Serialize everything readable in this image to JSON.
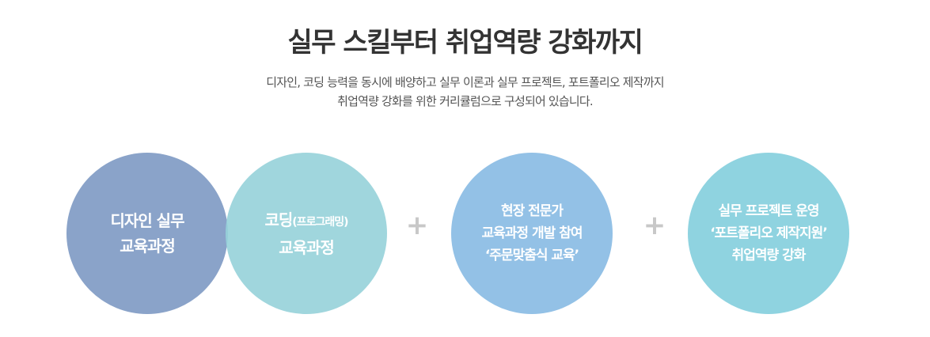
{
  "title": "실무 스킬부터 취업역량 강화까지",
  "subtitle": {
    "line1": "디자인, 코딩 능력을 동시에 배양하고 실무 이론과 실무 프로젝트, 포트폴리오 제작까지",
    "line2": "취업역량 강화를 위한 커리큘럼으로 구성되어 있습니다."
  },
  "circles": [
    {
      "line1": "디자인 실무",
      "line2": "교육과정"
    },
    {
      "line1": "코딩",
      "line1_suffix": "(프로그래밍)",
      "line2": "교육과정"
    },
    {
      "line1": "현장 전문가",
      "line2": "교육과정 개발 참여",
      "line3": "‘주문맞춤식 교육’"
    },
    {
      "line1": "실무 프로젝트 운영",
      "line2": "‘포트폴리오 제작지원’",
      "line3": "취업역량 강화"
    }
  ],
  "operators": [
    "+",
    "+"
  ],
  "colors": {
    "design": "#8aa3c9",
    "coding": "#96d1d9",
    "expert": "#93c1e6",
    "project": "#8fd3e0",
    "plus": "#c8c8c8"
  }
}
